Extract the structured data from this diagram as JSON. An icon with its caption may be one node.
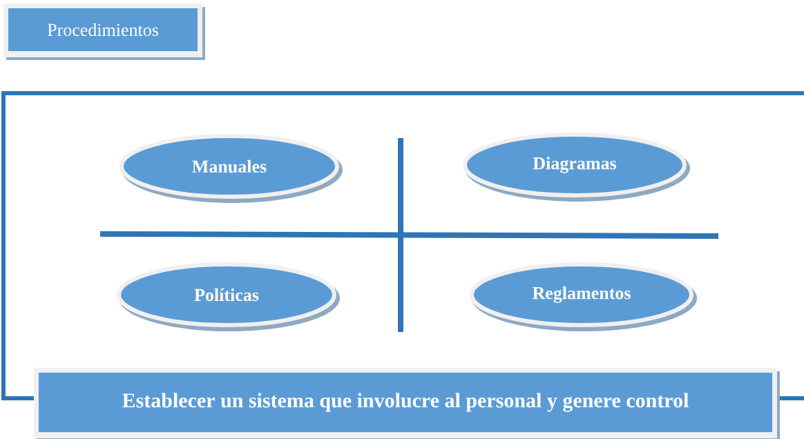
{
  "diagram": {
    "nodes": [
      {
        "text": [
          "Procedimientos"
        ]
      },
      {
        "text": [
          "Manuales"
        ]
      },
      {
        "text": [
          "Diagramas"
        ]
      },
      {
        "text": [
          "Políticas"
        ]
      },
      {
        "text": [
          "Reglamentos"
        ]
      },
      {
        "text": [
          "Establecer un sistema que involucre al personal y genere control"
        ]
      }
    ]
  }
}
